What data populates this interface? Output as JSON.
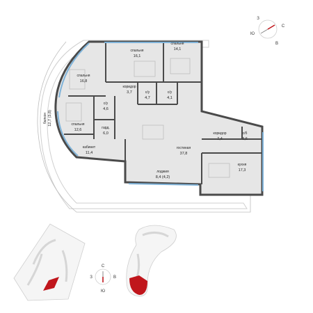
{
  "rooms": [
    {
      "id": "bedroom-top-1",
      "label": "спальня",
      "area": "16,1"
    },
    {
      "id": "bedroom-top-2",
      "label": "спальня",
      "area": "14,1"
    },
    {
      "id": "bedroom-left",
      "label": "спальня",
      "area": "16,8"
    },
    {
      "id": "corridor-top",
      "label": "коридор",
      "area": "3,7"
    },
    {
      "id": "bath-1",
      "label": "с/у",
      "area": "4,7"
    },
    {
      "id": "bath-2",
      "label": "с/у",
      "area": "4,1"
    },
    {
      "id": "bath-3",
      "label": "с/у",
      "area": "4,6"
    },
    {
      "id": "bedroom-bottom",
      "label": "спальня",
      "area": "12,6"
    },
    {
      "id": "wardrobe",
      "label": "гард.",
      "area": "6,0"
    },
    {
      "id": "study",
      "label": "кабинет",
      "area": "11,4"
    },
    {
      "id": "living",
      "label": "гостиная",
      "area": "37,8"
    },
    {
      "id": "corridor-right",
      "label": "коридор",
      "area": "7,4"
    },
    {
      "id": "bath-guest",
      "label": "с/б",
      "area": "3,6"
    },
    {
      "id": "kitchen",
      "label": "кухня",
      "area": "17,3"
    },
    {
      "id": "loggia",
      "label": "лоджия",
      "area": "8,4 (4,2)"
    }
  ],
  "balcony": {
    "label": "балкон",
    "area": "12,7 (3,8)"
  },
  "compass_top": {
    "north": "С",
    "south": "Ю",
    "west": "З",
    "east": "В"
  },
  "compass_bottom": {
    "north": "С",
    "south": "Ю",
    "west": "З",
    "east": "В"
  },
  "colors": {
    "wall": "#4a4a4a",
    "floor": "#e6e6e6",
    "window": "#7fb3d9",
    "accent": "#c0161c"
  }
}
